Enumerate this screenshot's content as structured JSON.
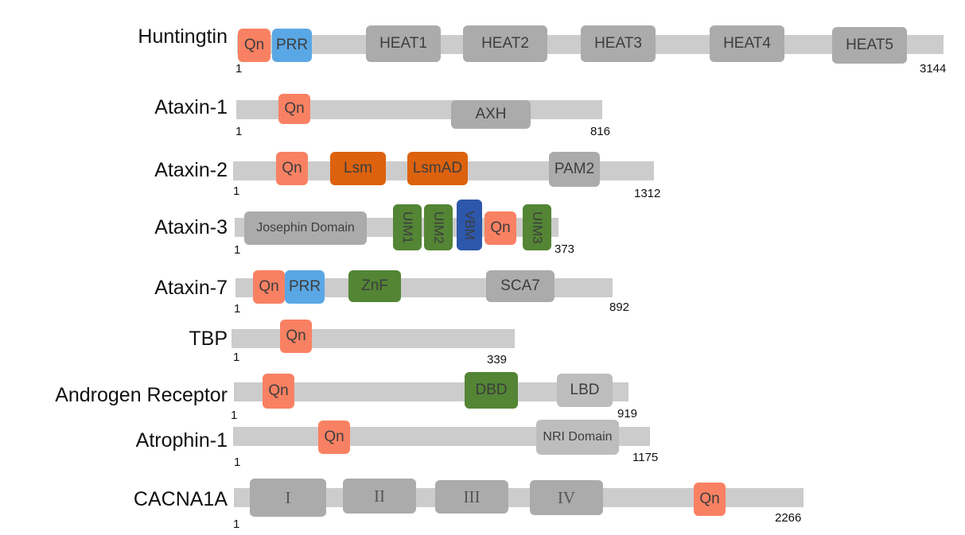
{
  "colors": {
    "backbone": "#cccccc",
    "Qn": "#f98163",
    "PRR": "#5aa7e5",
    "gray": "#ababab",
    "orange": "#dc620e",
    "green": "#538535",
    "blue": "#2d57ab",
    "lightgray": "#bdbdbd"
  },
  "proteins": [
    {
      "name": "Huntingtin",
      "start": "1",
      "end": "3144",
      "domains": [
        {
          "label": "Qn",
          "color": "Qn"
        },
        {
          "label": "PRR",
          "color": "PRR"
        },
        {
          "label": "HEAT1",
          "color": "gray"
        },
        {
          "label": "HEAT2",
          "color": "gray"
        },
        {
          "label": "HEAT3",
          "color": "gray"
        },
        {
          "label": "HEAT4",
          "color": "gray"
        },
        {
          "label": "HEAT5",
          "color": "gray"
        }
      ]
    },
    {
      "name": "Ataxin-1",
      "start": "1",
      "end": "816",
      "domains": [
        {
          "label": "Qn",
          "color": "Qn"
        },
        {
          "label": "AXH",
          "color": "gray"
        }
      ]
    },
    {
      "name": "Ataxin-2",
      "start": "1",
      "end": "1312",
      "domains": [
        {
          "label": "Qn",
          "color": "Qn"
        },
        {
          "label": "Lsm",
          "color": "orange"
        },
        {
          "label": "LsmAD",
          "color": "orange"
        },
        {
          "label": "PAM2",
          "color": "gray"
        }
      ]
    },
    {
      "name": "Ataxin-3",
      "start": "1",
      "end": "373",
      "domains": [
        {
          "label": "Josephin Domain",
          "color": "gray"
        },
        {
          "label": "UIM1",
          "color": "green"
        },
        {
          "label": "UIM2",
          "color": "green"
        },
        {
          "label": "VBM",
          "color": "blue"
        },
        {
          "label": "Qn",
          "color": "Qn"
        },
        {
          "label": "UIM3",
          "color": "green"
        }
      ]
    },
    {
      "name": "Ataxin-7",
      "start": "1",
      "end": "892",
      "domains": [
        {
          "label": "Qn",
          "color": "Qn"
        },
        {
          "label": "PRR",
          "color": "PRR"
        },
        {
          "label": "ZnF",
          "color": "green"
        },
        {
          "label": "SCA7",
          "color": "gray"
        }
      ]
    },
    {
      "name": "TBP",
      "start": "1",
      "end": "339",
      "domains": [
        {
          "label": "Qn",
          "color": "Qn"
        }
      ]
    },
    {
      "name": "Androgen Receptor",
      "start": "1",
      "end": "919",
      "domains": [
        {
          "label": "Qn",
          "color": "Qn"
        },
        {
          "label": "DBD",
          "color": "green"
        },
        {
          "label": "LBD",
          "color": "lightgray"
        }
      ]
    },
    {
      "name": "Atrophin-1",
      "start": "1",
      "end": "1175",
      "domains": [
        {
          "label": "Qn",
          "color": "Qn"
        },
        {
          "label": "NRI Domain",
          "color": "lightgray"
        }
      ]
    },
    {
      "name": "CACNA1A",
      "start": "1",
      "end": "2266",
      "domains": [
        {
          "label": "I",
          "color": "gray"
        },
        {
          "label": "II",
          "color": "gray"
        },
        {
          "label": "III",
          "color": "gray"
        },
        {
          "label": "IV",
          "color": "gray"
        },
        {
          "label": "Qn",
          "color": "Qn"
        }
      ]
    }
  ]
}
